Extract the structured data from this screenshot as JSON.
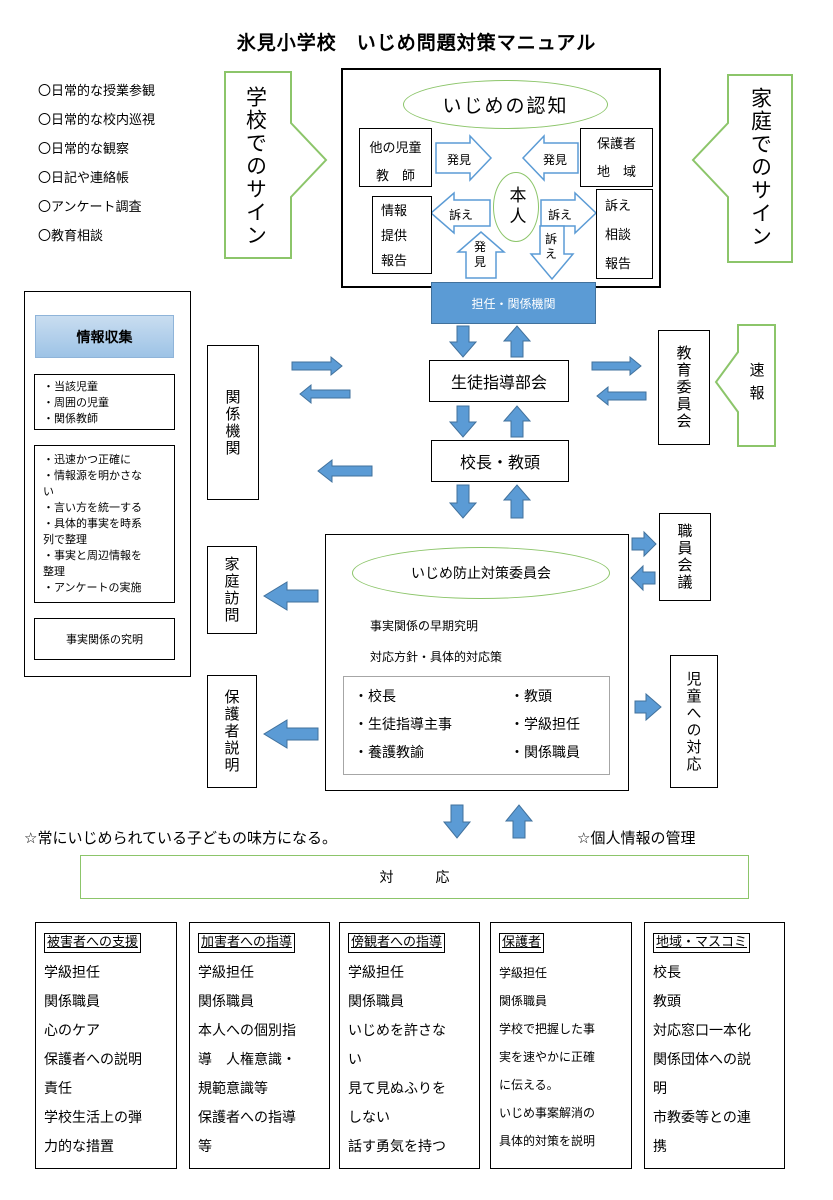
{
  "title": "氷見小学校　いじめ問題対策マニュアル",
  "left_list": [
    "〇日常的な授業参観",
    "〇日常的な校内巡視",
    "〇日常的な観察",
    "〇日記や連絡帳",
    "〇アンケート調査",
    "〇教育相談"
  ],
  "school_sign": "学校でのサイン",
  "home_sign": "家庭でのサイン",
  "recognition": "いじめの認知",
  "other_children": [
    "他の児童",
    "教　師"
  ],
  "guardians": [
    "保護者",
    "地　域"
  ],
  "honnin": "本人",
  "info_box": [
    "情報",
    "提供",
    "報告"
  ],
  "uttae_box": [
    "訴え",
    "相談",
    "報告"
  ],
  "arrow_hakken_left": "発見",
  "arrow_hakken_right": "発見",
  "arrow_uttae_left": "訴え",
  "arrow_uttae_right": "訴え",
  "arrow_hakken_up": "発見",
  "arrow_uttae_down": "訴え",
  "tannin": "担任・関係機関",
  "seito": "生徒指導部会",
  "kocho": "校長・教頭",
  "kankei_kikan": "関係機関",
  "kyoiku_iinkai": "教育委員会",
  "sokuho": "速報",
  "info_collect": {
    "header": "情報収集",
    "box1": [
      "・当該児童",
      "・周囲の児童",
      "・関係教師"
    ],
    "box2": [
      "・迅速かつ正確に",
      "・情報源を明かさな",
      "い",
      "・言い方を統一する",
      "・具体的事実を時系",
      "列で整理",
      "・事実と周辺情報を",
      "整理",
      "・アンケートの実施"
    ],
    "box3": "事実関係の究明"
  },
  "katei_homon": "家庭訪問",
  "shokuin_kaigi": "職員会議",
  "committee": {
    "oval": "いじめ防止対策委員会",
    "line1": "事実関係の早期究明",
    "line2": "対応方針・具体的対応策",
    "members_left": [
      "・校長",
      "・生徒指導主事",
      "・養護教諭"
    ],
    "members_right": [
      "・教頭",
      "・学級担任",
      "・関係職員"
    ]
  },
  "hogosha_setsumei": "保護者説明",
  "jido_taio": "児童への対応",
  "motto_left": "☆常にいじめられている子どもの味方になる。",
  "motto_right": "☆個人情報の管理",
  "taio": "対　　　応",
  "columns": [
    {
      "header": "被害者への支援",
      "lines": [
        "学級担任",
        "関係職員",
        "心のケア",
        "保護者への説明",
        "責任",
        "学校生活上の弾",
        "力的な措置"
      ]
    },
    {
      "header": "加害者への指導",
      "lines": [
        "学級担任",
        "関係職員",
        "本人への個別指",
        "導　人権意識・",
        "規範意識等",
        "保護者への指導",
        "等"
      ]
    },
    {
      "header": "傍観者への指導",
      "lines": [
        "学級担任",
        "関係職員",
        "いじめを許さな",
        "い",
        "見て見ぬふりを",
        "しない",
        "話す勇気を持つ"
      ]
    },
    {
      "header": "保護者",
      "lines": [
        "学級担任",
        "関係職員",
        "学校で把握した事",
        "実を速やかに正確",
        "に伝える。",
        "いじめ事案解消の",
        "具体的対策を説明"
      ]
    },
    {
      "header": "地域・マスコミ",
      "lines": [
        "校長",
        "教頭",
        "対応窓口一本化",
        "関係団体への説",
        "明",
        "市教委等との連",
        "携"
      ]
    }
  ],
  "colors": {
    "blue": "#5b9bd5",
    "blue_dark": "#41719c",
    "green": "#8cc56a",
    "header_grad": "#9dc3e6"
  }
}
